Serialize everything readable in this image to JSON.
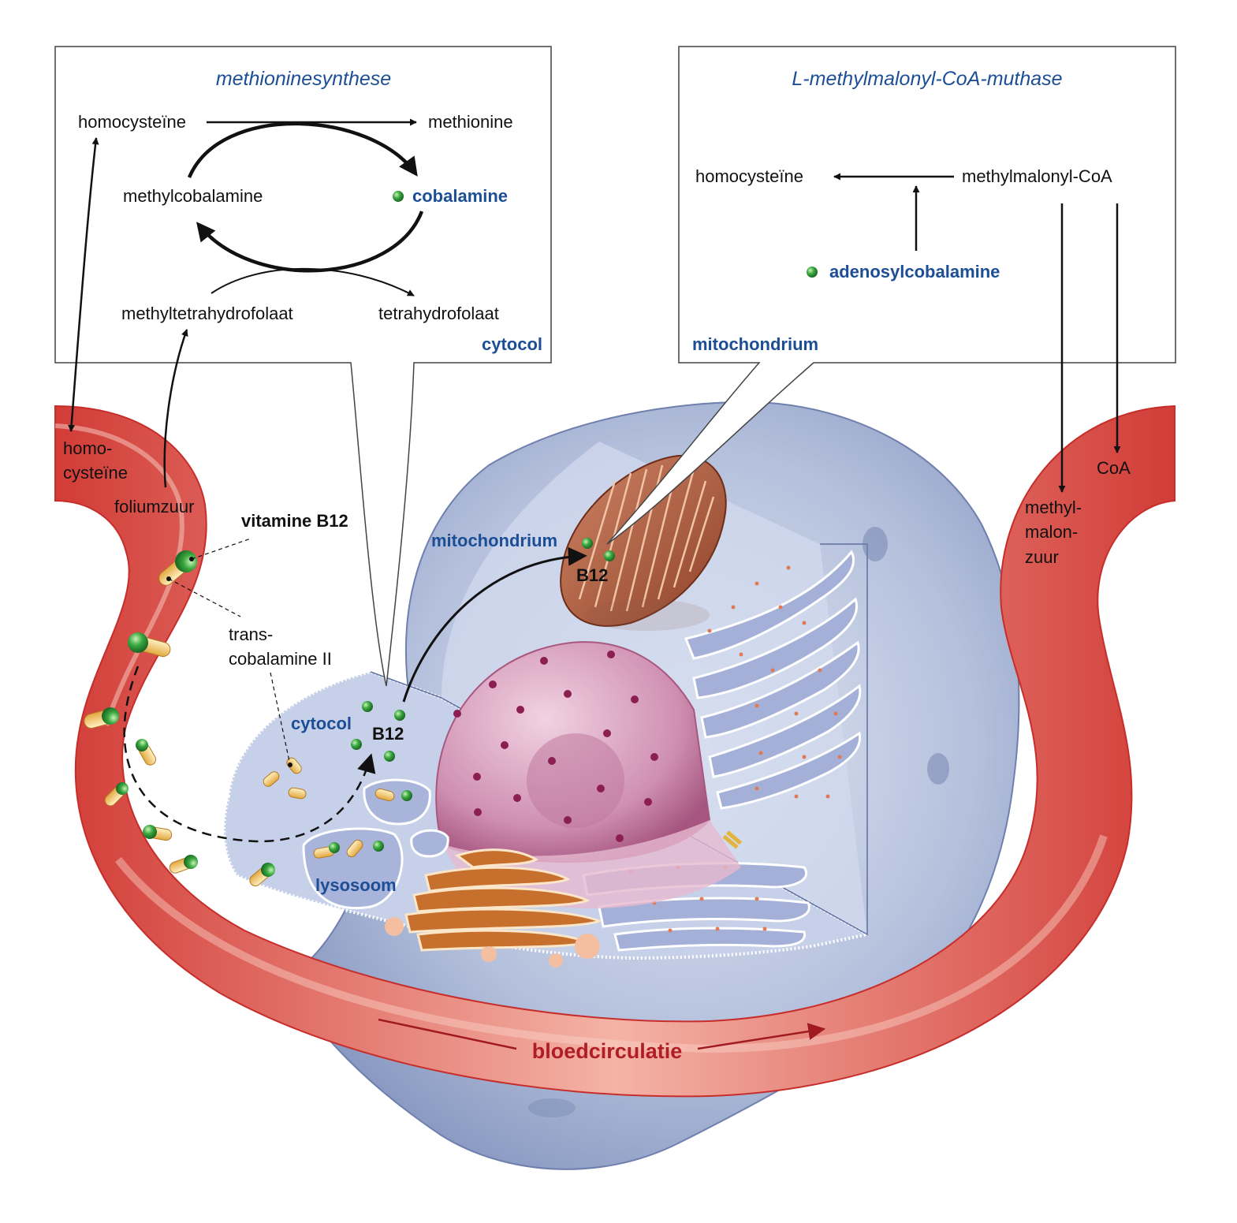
{
  "colors": {
    "enzyme_blue": "#1c4e96",
    "vessel_red": "#d9463f",
    "cell_blue": "#a9b6d6",
    "nucleus_pink": "#c77aa0",
    "mito_brown": "#a5573b",
    "golgi_orange": "#c7702e",
    "b12_green": "#2f9a3a"
  },
  "methionine_box": {
    "title": "methioninesynthese",
    "homocysteine": "homocysteïne",
    "methionine": "methionine",
    "methylcobalamine": "methylcobalamine",
    "cobalamine": "cobalamine",
    "methyltetrahydrofolaat": "methyltetrahydrofolaat",
    "tetrahydrofolaat": "tetrahydrofolaat",
    "compartment": "cytocol"
  },
  "mutase_box": {
    "title": "L-methylmalonyl-CoA-muthase",
    "homocysteine": "homocysteïne",
    "methylmalonyl_coa": "methylmalonyl-CoA",
    "adenosylcobalamine": "adenosylcobalamine",
    "compartment": "mitochondrium"
  },
  "vessel": {
    "homocysteine_1": "homo-",
    "homocysteine_2": "cysteïne",
    "foliumzuur": "foliumzuur",
    "vitamine_b12": "vitamine B12",
    "transcobalamine_1": "trans-",
    "transcobalamine_2": "cobalamine II",
    "coa": "CoA",
    "mma_1": "methyl-",
    "mma_2": "malon-",
    "mma_3": "zuur",
    "flow": "bloedcirculatie"
  },
  "cell": {
    "cytocol": "cytocol",
    "b12_cytosol": "B12",
    "mitochondrium": "mitochondrium",
    "b12_mito": "B12",
    "lysosoom": "lysosoom"
  }
}
